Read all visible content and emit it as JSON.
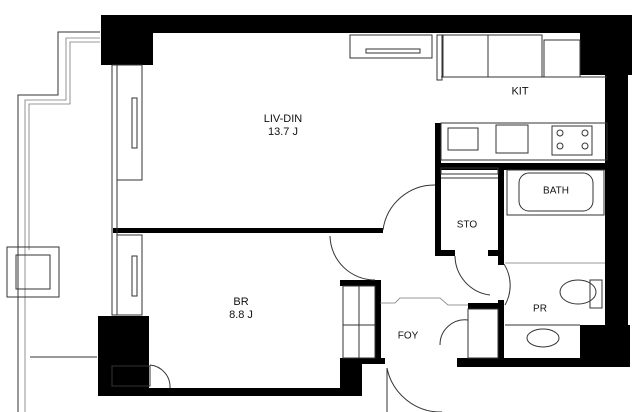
{
  "rooms": {
    "living_dining": {
      "name": "LIV-DIN",
      "size": "13.7 J"
    },
    "kitchen": {
      "name": "KIT"
    },
    "bath": {
      "name": "BATH"
    },
    "storage": {
      "name": "STO"
    },
    "bedroom": {
      "name": "BR",
      "size": "8.8 J"
    },
    "powder_room": {
      "name": "PR"
    },
    "foyer": {
      "name": "FOY"
    }
  },
  "colors": {
    "wall": "#000000",
    "line": "#333333"
  }
}
